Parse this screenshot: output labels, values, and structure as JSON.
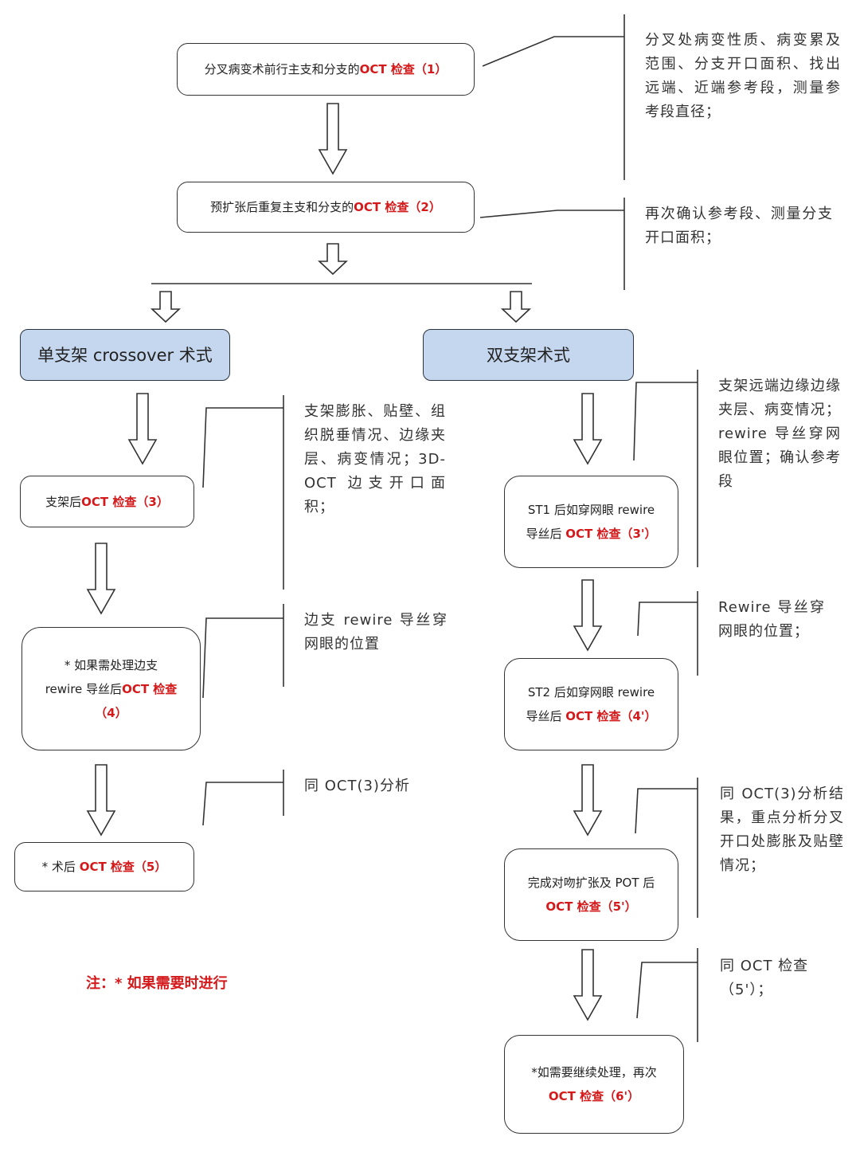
{
  "top": {
    "box1": {
      "text": "分叉病变术前行主支和分支的",
      "oct": "OCT 检查（1）"
    },
    "box2": {
      "text": "预扩张后重复主支和分支的",
      "oct": "OCT 检查（2）"
    },
    "note1": "分叉处病变性质、病变累及范围、分支开口面积、找出远端、近端参考段，测量参考段直径；",
    "note2": "再次确认参考段、测量分支开口面积；"
  },
  "left": {
    "header": "单支架 crossover 术式",
    "box3": {
      "text": "支架后",
      "oct": "OCT 检查（3）"
    },
    "box4": {
      "line1": "* 如果需处理边支",
      "line2": "rewire 导丝后",
      "oct2": "OCT 检查",
      "line3": "（4）"
    },
    "box5": {
      "text": "* 术后",
      "oct": "OCT 检查（5）"
    },
    "note3": "支架膨胀、贴壁、组织脱垂情况、边缘夹层、病变情况；3D-OCT 边支开口面积；",
    "note4": "边支 rewire 导丝穿网眼的位置",
    "note5": "同 OCT(3)分析",
    "footnote": "注：* 如果需要时进行"
  },
  "right": {
    "header": "双支架术式",
    "box3p": {
      "line1": "ST1 后如穿网眼 rewire",
      "line2": "导丝后",
      "oct": "OCT 检查（3'）"
    },
    "box4p": {
      "line1": "ST2 后如穿网眼 rewire",
      "line2": "导丝后",
      "oct": "OCT 检查（4'）"
    },
    "box5p": {
      "line1": "完成对吻扩张及 POT 后",
      "oct": "OCT 检查（5'）"
    },
    "box6p": {
      "line1": "*如需要继续处理，再次",
      "oct": "OCT 检查（6'）"
    },
    "note3p": "支架远端边缘边缘夹层、病变情况；rewire 导丝穿网眼位置；确认参考段",
    "note4p": "Rewire 导丝穿网眼的位置；",
    "note5p": "同 OCT(3)分析结果，重点分析分叉开口处膨胀及贴壁情况；",
    "note6p": "同 OCT 检查（5'）；"
  }
}
